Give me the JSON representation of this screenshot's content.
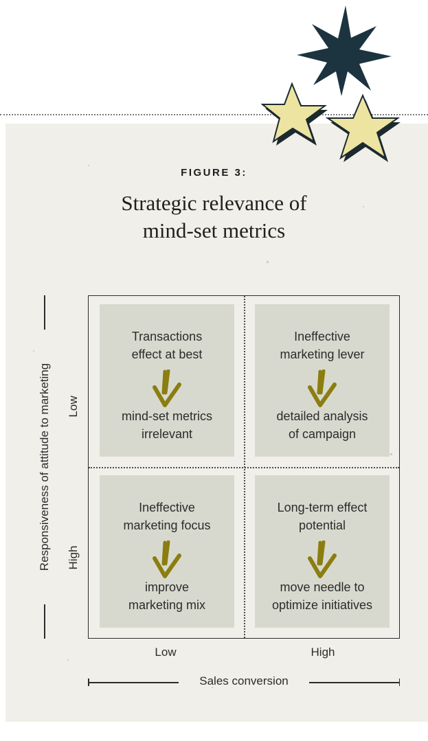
{
  "figure": {
    "label": "FIGURE 3:",
    "title_line1": "Strategic relevance of",
    "title_line2": "mind-set metrics"
  },
  "axes": {
    "y_title": "Responsiveness of attitude to marketing",
    "y_low": "Low",
    "y_high": "High",
    "x_title": "Sales conversion",
    "x_low": "Low",
    "x_high": "High"
  },
  "cells": [
    {
      "top_line1": "Transactions",
      "top_line2": "effect at best",
      "bottom_line1": "mind-set metrics",
      "bottom_line2": "irrelevant"
    },
    {
      "top_line1": "Ineffective",
      "top_line2": "marketing lever",
      "bottom_line1": "detailed analysis",
      "bottom_line2": "of campaign"
    },
    {
      "top_line1": "Ineffective",
      "top_line2": "marketing focus",
      "bottom_line1": "improve",
      "bottom_line2": "marketing mix"
    },
    {
      "top_line1": "Long-term effect",
      "top_line2": "potential",
      "bottom_line1": "move needle to",
      "bottom_line2": "optimize initiatives"
    }
  ],
  "colors": {
    "background": "#f1efe9",
    "cell": "#d8d9ce",
    "arrow": "#8b7d10",
    "star_dark": "#1c3340",
    "star_light": "#ece4a0"
  },
  "icons": {
    "arrow": "down-arrow-icon",
    "stars": "stars-decoration-icon"
  }
}
